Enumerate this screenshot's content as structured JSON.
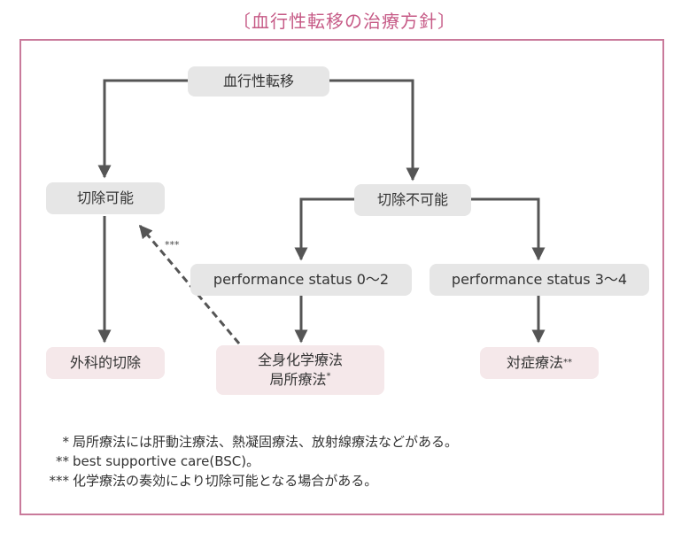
{
  "title": "〔血行性転移の治療方針〕",
  "nodes": {
    "root": "血行性転移",
    "resectable": "切除可能",
    "unresectable": "切除不可能",
    "ps02": "performance status 0〜2",
    "ps34": "performance status 3〜4",
    "surgery": "外科的切除",
    "chemo_line1": "全身化学療法",
    "chemo_line2": "局所療法",
    "chemo_sup": "*",
    "symptomatic": "対症療法",
    "symptomatic_sup": "**"
  },
  "dashed_label": "***",
  "notes": [
    {
      "mark": "*",
      "text": "局所療法には肝動注療法、熱凝固療法、放射線療法などがある。"
    },
    {
      "mark": "**",
      "text": "best supportive care(BSC)。"
    },
    {
      "mark": "***",
      "text": "化学療法の奏効により切除可能となる場合がある。"
    }
  ],
  "colors": {
    "accent": "#c65a86",
    "frame": "#c97a9b",
    "gray_box": "#e6e6e6",
    "pink_box": "#f5e8ea",
    "arrow": "#555555"
  }
}
